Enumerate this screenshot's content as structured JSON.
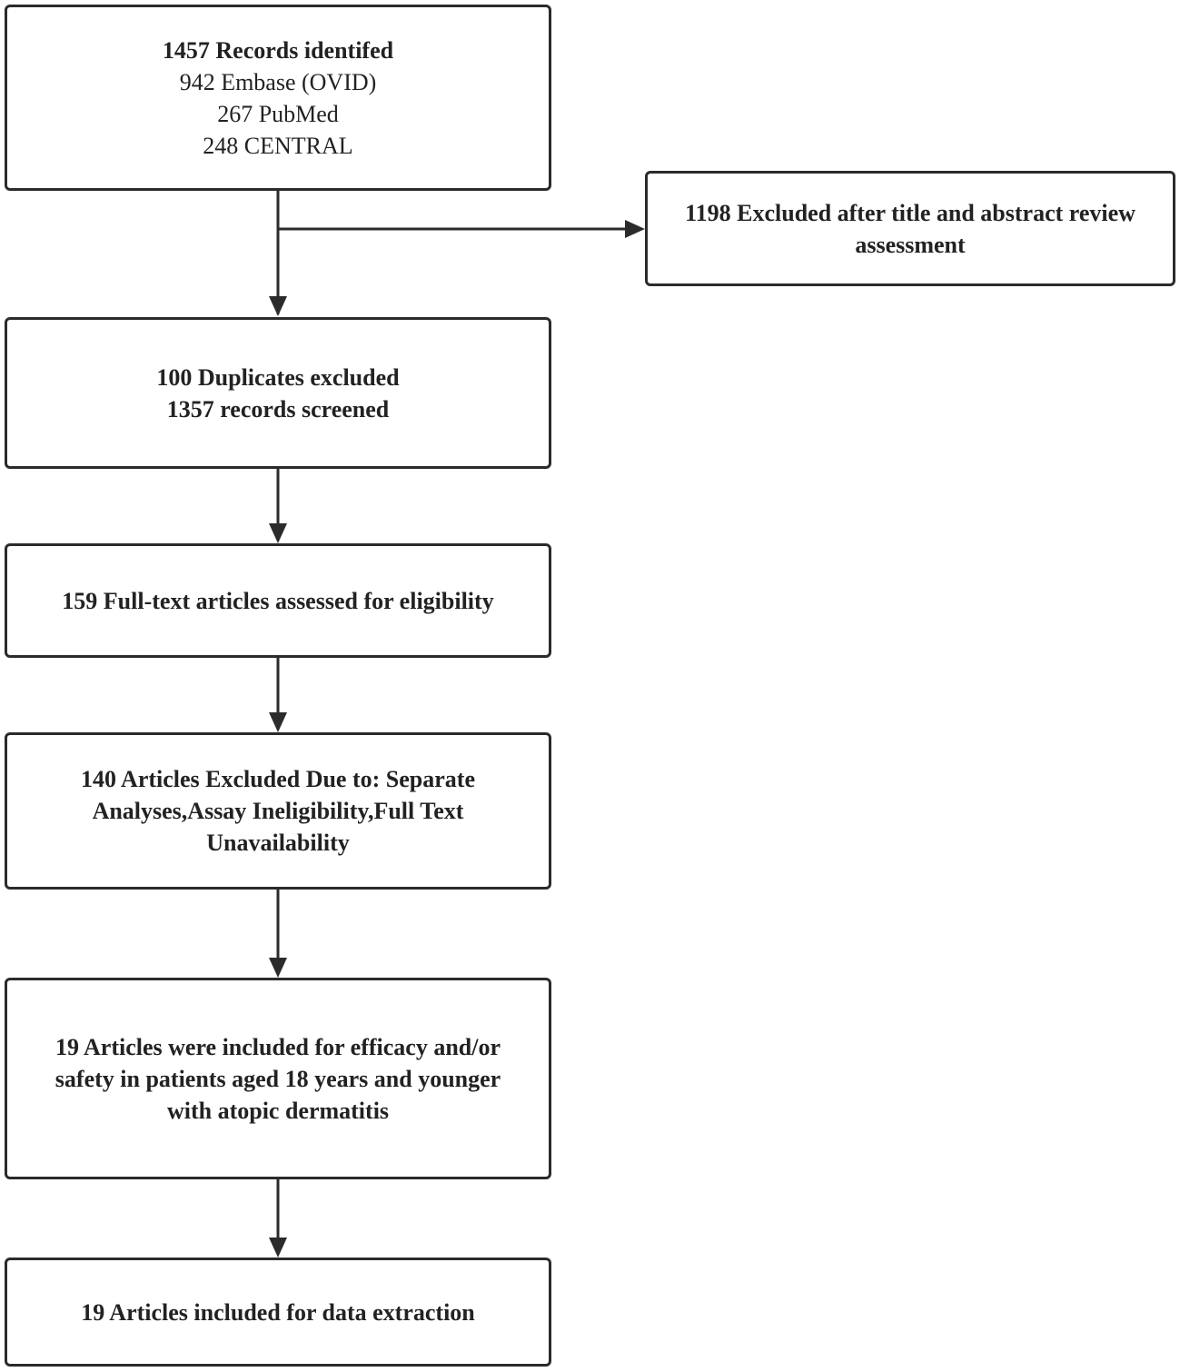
{
  "boxes": {
    "records_identified": {
      "title": "1457 Records identifed",
      "lines": [
        "942 Embase (OVID)",
        "267 PubMed",
        "248 CENTRAL"
      ]
    },
    "excluded_title_abstract": {
      "lines": [
        "1198 Excluded after title and abstract review",
        "assessment"
      ]
    },
    "duplicates_screened": {
      "lines": [
        "100 Duplicates excluded",
        "1357 records screened"
      ]
    },
    "fulltext_assessed": {
      "lines": [
        "159 Full-text articles assessed for eligibility"
      ]
    },
    "articles_excluded": {
      "lines": [
        "140 Articles Excluded Due to: Separate",
        "Analyses,Assay Ineligibility,Full Text",
        "Unavailability"
      ]
    },
    "articles_included": {
      "lines": [
        "19 Articles were included for efficacy and/or",
        "safety in patients aged 18 years and younger",
        "with atopic dermatitis"
      ]
    },
    "data_extraction": {
      "lines": [
        "19 Articles included for data extraction"
      ]
    }
  },
  "colors": {
    "border": "#2b2b2b",
    "arrow": "#2b2b2b",
    "text": "#222222"
  }
}
